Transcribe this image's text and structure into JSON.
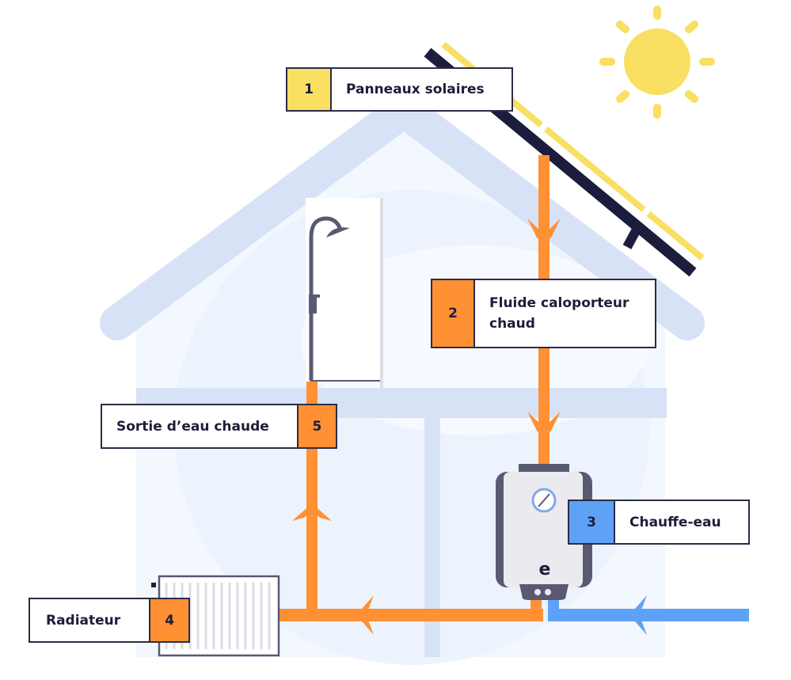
{
  "diagram": {
    "title": "Chauffe-eau solaire",
    "colors": {
      "yellow": "#f9df62",
      "orange": "#ff9033",
      "blue": "#5ea2f7",
      "navy": "#1c1c3c",
      "house": "#d7e2f6",
      "house_fill": "#eef4fd",
      "device": "#595a72",
      "device_body": "#ebebef"
    },
    "labels": [
      {
        "num": "1",
        "text": "Panneaux solaires",
        "color": "yellow"
      },
      {
        "num": "2",
        "text": "Fluide caloporteur chaud",
        "color": "orange"
      },
      {
        "num": "3",
        "text": "Chauffe-eau",
        "color": "blue"
      },
      {
        "num": "4",
        "text": "Radiateur",
        "color": "orange"
      },
      {
        "num": "5",
        "text": "Sortie d’eau chaude",
        "color": "orange"
      }
    ],
    "water_heater_logo": "e",
    "flows": [
      {
        "name": "hot-fluid-from-panels",
        "direction": "down",
        "color": "orange"
      },
      {
        "name": "hot-water-to-radiator",
        "direction": "left",
        "color": "orange"
      },
      {
        "name": "hot-water-to-shower",
        "direction": "up",
        "color": "orange"
      },
      {
        "name": "cold-water-inlet",
        "direction": "left",
        "color": "blue"
      }
    ]
  }
}
